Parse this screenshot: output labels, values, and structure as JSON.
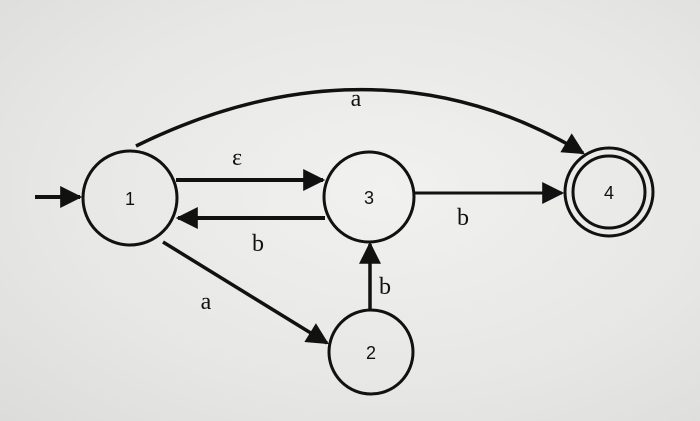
{
  "diagram": {
    "states": {
      "s1": "1",
      "s2": "2",
      "s3": "3",
      "s4": "4"
    },
    "edges": {
      "e_1_4": "a",
      "e_1_3": "ε",
      "e_3_1": "b",
      "e_1_2": "a",
      "e_2_3": "b",
      "e_3_4": "b"
    },
    "start_state": "1",
    "accept_states": [
      "4"
    ]
  },
  "colors": {
    "stroke": "#111111",
    "background": "#e6e6e4"
  }
}
